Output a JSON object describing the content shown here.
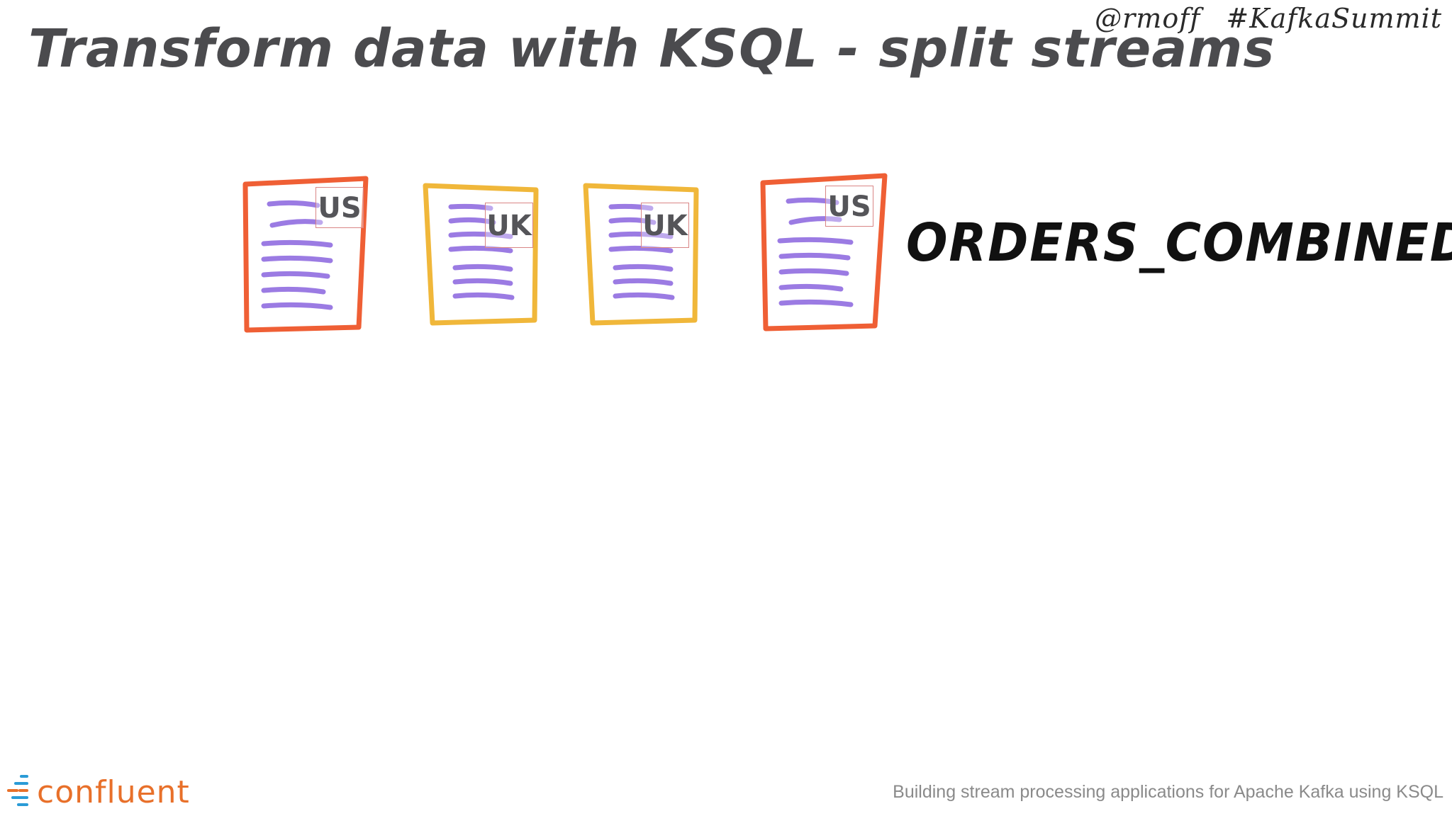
{
  "header": {
    "handle": "@rmoff",
    "hashtag": "#KafkaSummit"
  },
  "slide": {
    "title": "Transform data with KSQL - split streams",
    "stream_name": "ORDERS_COMBINED"
  },
  "messages": [
    {
      "country": "US",
      "color": "#ef5f35"
    },
    {
      "country": "UK",
      "color": "#f0b73a"
    },
    {
      "country": "UK",
      "color": "#f0b73a"
    },
    {
      "country": "US",
      "color": "#ef5f35"
    }
  ],
  "line_color": "#9b7be3",
  "footer": {
    "logo_text": "confluent",
    "logo_color": "#e8702a",
    "caption": "Building stream processing applications for Apache Kafka using KSQL"
  }
}
